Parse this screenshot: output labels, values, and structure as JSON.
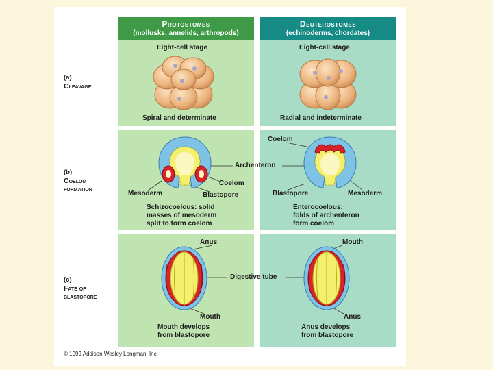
{
  "header": {
    "protostomes": {
      "title": "Protostomes",
      "subtitle": "(mollusks, annelids, arthropods)"
    },
    "deuterostomes": {
      "title": "Deuterostomes",
      "subtitle": "(echinoderms, chordates)"
    }
  },
  "rows": [
    {
      "letter": "(a)",
      "name": "Cleavage"
    },
    {
      "letter": "(b)",
      "name": "Coelom",
      "name2": "formation"
    },
    {
      "letter": "(c)",
      "name": "Fate of",
      "name2": "blastopore"
    }
  ],
  "cleavage": {
    "protostome_top": "Eight-cell stage",
    "deuterostome_top": "Eight-cell stage",
    "protostome_caption": "Spiral and determinate",
    "deuterostome_caption": "Radial and indeterminate"
  },
  "coelom": {
    "coelom_label_right": "Coelom",
    "archenteron": "Archenteron",
    "coelom_label_left": "Coelom",
    "mesoderm_left": "Mesoderm",
    "blastopore_left": "Blastopore",
    "blastopore_right": "Blastopore",
    "mesoderm_right": "Mesoderm",
    "protostome_caption": [
      "Schizocoelous: solid",
      "masses of mesoderm",
      "split to form coelom"
    ],
    "deuterostome_caption": [
      "Enterocoelous:",
      "folds of archenteron",
      "form coelom"
    ]
  },
  "blastopore": {
    "anus_top": "Anus",
    "mouth_top": "Mouth",
    "digestive_tube": "Digestive tube",
    "mouth_bottom": "Mouth",
    "anus_bottom": "Anus",
    "protostome_caption": [
      "Mouth develops",
      "from blastopore"
    ],
    "deuterostome_caption": [
      "Anus develops",
      "from blastopore"
    ]
  },
  "copyright": "© 1999 Addison Wesley Longman, Inc.",
  "colors": {
    "protostome_header": "#3f9a48",
    "deuterostome_header": "#168a84",
    "protostome_panel": "#bfe3b1",
    "deuterostome_panel": "#a9dcc6",
    "mesoderm": "#d8232a",
    "endoderm": "#f4ef6c",
    "ectoderm": "#7ec3e6"
  }
}
